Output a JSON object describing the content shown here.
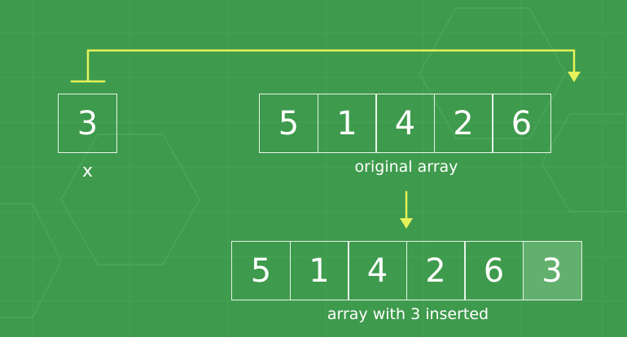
{
  "x_box": {
    "value": "3",
    "label": "x"
  },
  "original_array": {
    "values": [
      "5",
      "1",
      "4",
      "2",
      "6"
    ],
    "label": "original array"
  },
  "result_array": {
    "values": [
      "5",
      "1",
      "4",
      "2",
      "6",
      "3"
    ],
    "highlight_index": 5,
    "label": "array with 3 inserted"
  },
  "colors": {
    "background": "#3e9a4c",
    "arrow": "#e6f25a",
    "box_border": "#e9f3ea",
    "highlight": "#62b06d",
    "text": "#ffffff"
  }
}
